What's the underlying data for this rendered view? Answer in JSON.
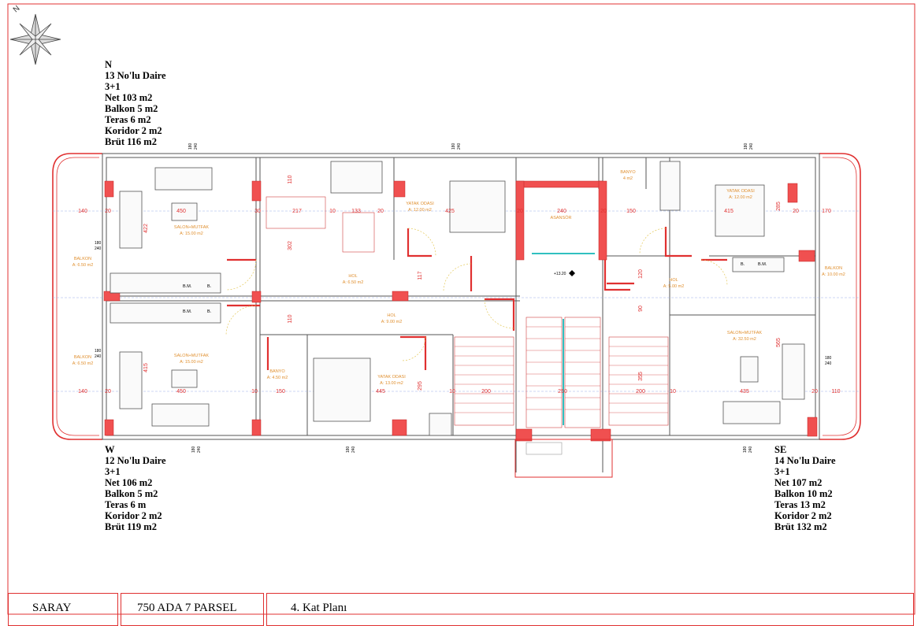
{
  "compass": {
    "north_letter": "N"
  },
  "units": {
    "north": {
      "direction": "N",
      "name": "13 No'lu Daire",
      "rooms": "3+1",
      "net": "Net 103 m2",
      "balkon": "Balkon 5 m2",
      "teras": "Teras 6 m2",
      "koridor": "Koridor 2 m2",
      "brut": "Brüt 116 m2"
    },
    "west": {
      "direction": "W",
      "name": "12 No'lu Daire",
      "rooms": "3+1",
      "net": "Net 106 m2",
      "balkon": "Balkon 5 m2",
      "teras": "Teras 6 m",
      "koridor": "Koridor 2 m2",
      "brut": "Brüt 119 m2"
    },
    "southeast": {
      "direction": "SE",
      "name": "14 No'lu Daire",
      "rooms": "3+1",
      "net": "Net 107 m2",
      "balkon": "Balkon 10 m2",
      "teras": "Teras 13 m2",
      "koridor": "Koridor 2 m2",
      "brut": "Brüt 132 m2"
    }
  },
  "title_block": {
    "project": "SARAY",
    "parcel": "750 ADA 7 PARSEL",
    "sheet": "4. Kat Planı"
  },
  "rooms": {
    "salon_n": "SALON+MUTFAK",
    "salon_n_area": "A: 15.00 m2",
    "salon_w": "SALON+MUTFAK",
    "salon_w_area": "A: 15.00 m2",
    "salon_se": "SALON+MUTFAK",
    "salon_se_area": "A: 32.50 m2",
    "yatak_n": "YATAK ODASI",
    "yatak_n_area": "A: 12.00 m2",
    "yatak_w": "YATAK ODASI",
    "yatak_w_area": "A: 13.00 m2",
    "yatak_e": "YATAK ODASI",
    "yatak_e_area": "A: 12.00 m2",
    "banyo_w": "BANYO",
    "banyo_w_area": "A: 4.50 m2",
    "banyo_e": "BANYO",
    "banyo_e_area": "4 m2",
    "hol_n": "HOL",
    "hol_n_area": "A: 6.50 m2",
    "hol_w": "HOL",
    "hol_w_area": "A: 9.00 m2",
    "hol_e": "HOL",
    "hol_e_area": "A: 5.00 m2",
    "balkon_nw": "BALKON",
    "balkon_nw_area": "A: 6.50 m2",
    "balkon_sw": "BALKON",
    "balkon_sw_area": "A: 6.50 m2",
    "balkon_e": "BALKON",
    "balkon_e_area": "A: 10.00 m2",
    "asansor": "ASANSÖR",
    "elevation": "+13.20",
    "bm": "B.M.",
    "b": "B."
  },
  "dims": {
    "top_row": [
      "140",
      "20",
      "450",
      "30",
      "217",
      "10",
      "133",
      "20",
      "425",
      "20",
      "240",
      "20",
      "150",
      "415",
      "20",
      "170"
    ],
    "bottom_row": [
      "140",
      "20",
      "450",
      "10",
      "150",
      "445",
      "10",
      "200",
      "250",
      "200",
      "10",
      "435",
      "20",
      "110"
    ],
    "v_left": [
      "422",
      "415",
      "302",
      "110",
      "117",
      "110",
      "295",
      "355",
      "565",
      "285",
      "120",
      "90"
    ],
    "window": [
      "180",
      "240"
    ]
  }
}
